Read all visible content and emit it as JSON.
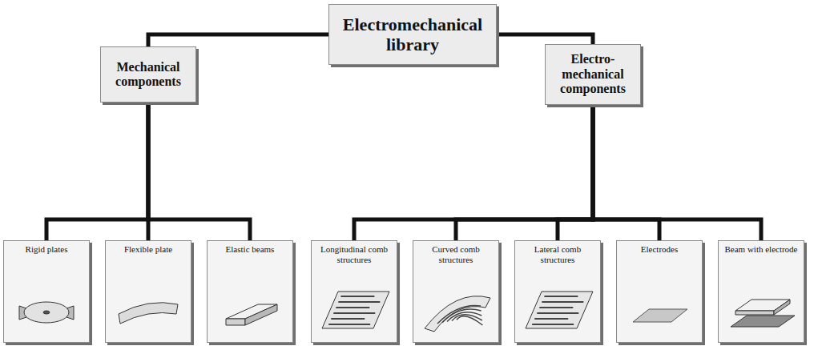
{
  "diagram": {
    "nodes": [
      {
        "text": [
          "Electromechanical library"
        ]
      },
      {
        "text": [
          "Mechanical components"
        ]
      },
      {
        "text": [
          "Electro- mechanical components"
        ]
      },
      {
        "text": [
          "Rigid plates"
        ]
      },
      {
        "text": [
          "Flexible plate"
        ]
      },
      {
        "text": [
          "Elastic beams"
        ]
      },
      {
        "text": [
          "Longitudinal comb structures"
        ]
      },
      {
        "text": [
          "Curved comb structures"
        ]
      },
      {
        "text": [
          "Lateral comb structures"
        ]
      },
      {
        "text": [
          "Electrodes"
        ]
      },
      {
        "text": [
          "Beam with electrode"
        ]
      }
    ],
    "edges": [
      {
        "from": 0,
        "to": 1,
        "arrow": "none"
      },
      {
        "from": 0,
        "to": 2,
        "arrow": "none"
      },
      {
        "from": 1,
        "to": 3,
        "arrow": "none"
      },
      {
        "from": 1,
        "to": 4,
        "arrow": "none"
      },
      {
        "from": 1,
        "to": 5,
        "arrow": "none"
      },
      {
        "from": 2,
        "to": 6,
        "arrow": "none"
      },
      {
        "from": 2,
        "to": 7,
        "arrow": "none"
      },
      {
        "from": 2,
        "to": 8,
        "arrow": "none"
      },
      {
        "from": 2,
        "to": 9,
        "arrow": "none"
      },
      {
        "from": 2,
        "to": 10,
        "arrow": "none"
      }
    ]
  }
}
